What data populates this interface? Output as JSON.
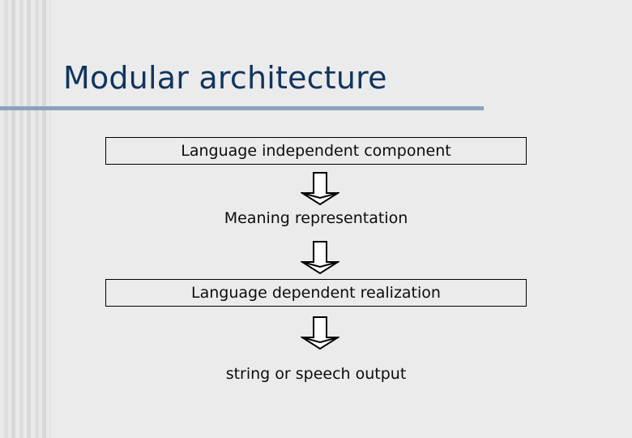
{
  "slide": {
    "title": "Modular architecture",
    "background_color": "#ebebeb",
    "title_color": "#10355e",
    "rule_color": "#8ba2bf",
    "stripe_colors": [
      "#e9e9e9",
      "#dedede",
      "#d9d9d9"
    ]
  },
  "diagram": {
    "type": "flow",
    "direction": "top-to-bottom",
    "nodes": [
      {
        "id": "lang-independent",
        "label": "Language independent component",
        "boxed": true
      },
      {
        "id": "meaning",
        "label": "Meaning representation",
        "boxed": false
      },
      {
        "id": "lang-dependent",
        "label": "Language dependent realization",
        "boxed": true
      },
      {
        "id": "string-speech",
        "label": "string or speech output",
        "boxed": false
      }
    ],
    "arrows": [
      {
        "id": "arrow-1",
        "from": "lang-independent",
        "to": "meaning",
        "glyph": "block-arrow-down"
      },
      {
        "id": "arrow-2",
        "from": "meaning",
        "to": "lang-dependent",
        "glyph": "block-arrow-down"
      },
      {
        "id": "arrow-3",
        "from": "lang-dependent",
        "to": "string-speech",
        "glyph": "block-arrow-down"
      }
    ]
  }
}
